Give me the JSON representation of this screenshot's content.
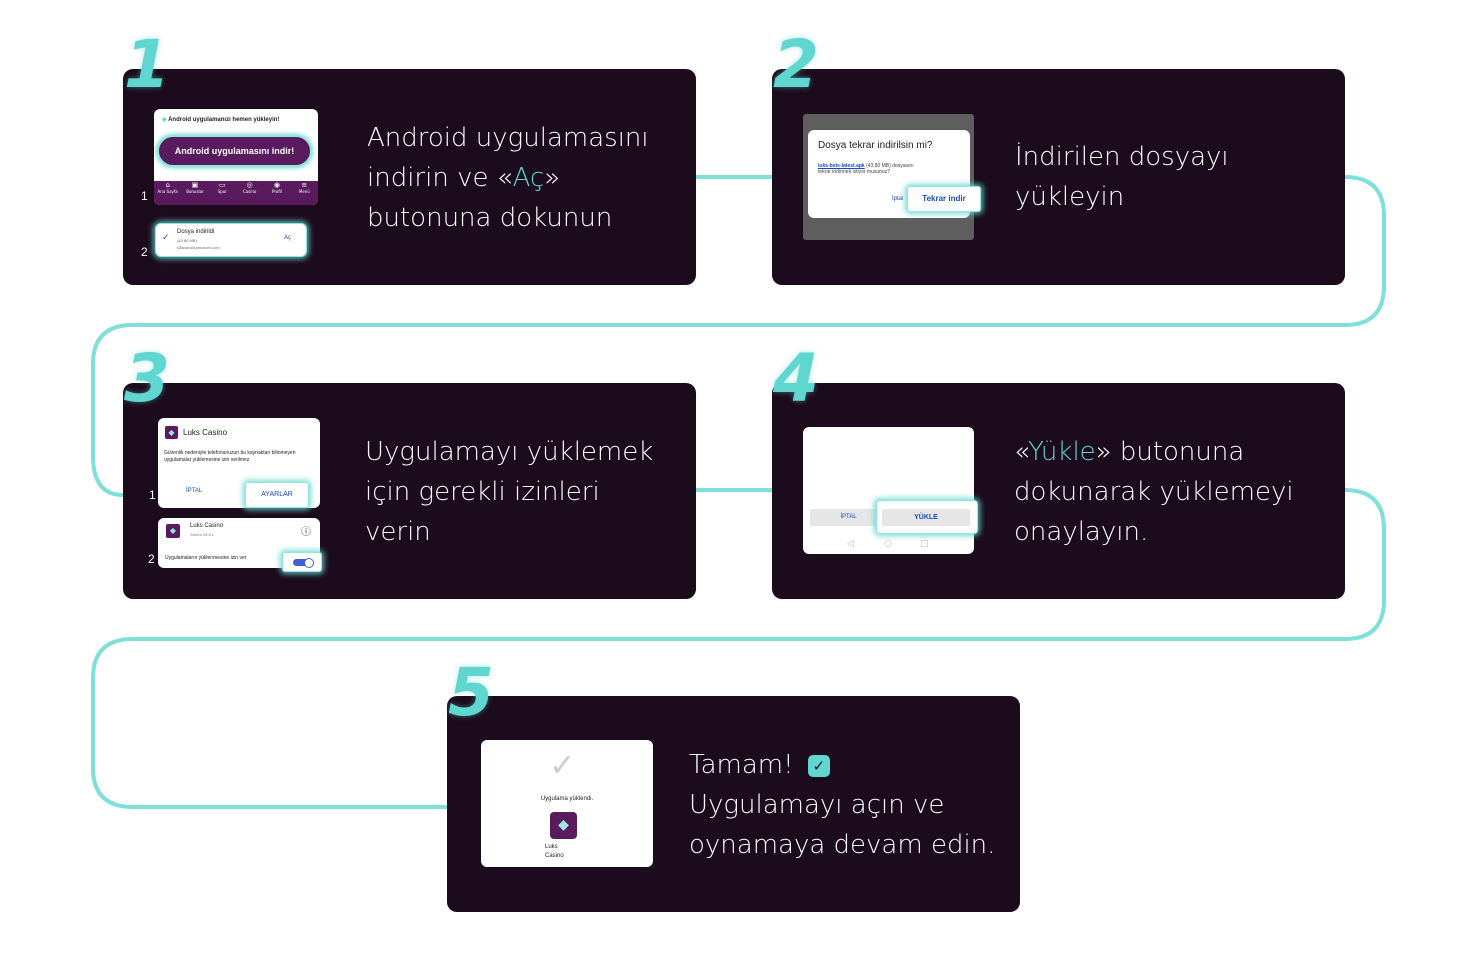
{
  "colors": {
    "accent": "#5fd6cf",
    "card_bg": "#1c0b1c",
    "brand_purple": "#5a1a5e"
  },
  "steps": [
    {
      "number": "1",
      "desc_lines": [
        "Android uygulamasını",
        "indirin ve «",
        "Aç",
        "»",
        "butonuna dokunun"
      ],
      "mock": {
        "banner_text": "Android uygulamanızı hemen yükleyin!",
        "download_button": "Android uygulamasını indir!",
        "nav": [
          "Ana Sayfa",
          "Bonuslar",
          "Spor",
          "Casino",
          "Profil",
          "Menü"
        ],
        "index1": "1",
        "index2": "2",
        "download_title": "Dosya indirildi",
        "download_size": "(43,80 MB)",
        "download_host": "s3android.pmdcom.com",
        "open_label": "Aç"
      }
    },
    {
      "number": "2",
      "desc_lines": [
        "İndirilen dosyayı",
        "yükleyin"
      ],
      "mock": {
        "dialog_title": "Dosya tekrar indirilsin mi?",
        "file_link": "luks-bets-latest.apk",
        "dialog_body_1": " (43,80 MB) dosyasını",
        "dialog_body_2": "tekrar indirmek istiyor musunuz?",
        "cancel": "İptal",
        "redownload": "Tekrar indir"
      }
    },
    {
      "number": "3",
      "desc_lines": [
        "Uygulamayı yüklemek",
        "için gerekli izinleri",
        "verin"
      ],
      "mock": {
        "app_name": "Luks Casino",
        "warning": "Güvenlik nedeniyle telefonunuzun bu kaynaktan bilinmeyen uygulamalar yüklemesine izin verilmez.",
        "cancel": "İPTAL",
        "settings": "AYARLAR",
        "version": "Sürüm 24.9.1",
        "allow_label": "Uygulamaların yüklenmesine izin ver",
        "index1": "1",
        "index2": "2"
      }
    },
    {
      "number": "4",
      "desc_lines": [
        "«",
        "Yükle",
        "» butonuna",
        "dokunarak yüklemeyi",
        "onaylayın."
      ],
      "mock": {
        "cancel": "İPTAL",
        "install": "YÜKLE"
      }
    },
    {
      "number": "5",
      "desc_lines": [
        "Tamam!",
        "Uygulamayı açın ve",
        "oynamaya devam edin."
      ],
      "mock": {
        "installed_text": "Uygulama yüklendi.",
        "app_label_1": "Luks",
        "app_label_2": "Casino"
      }
    }
  ]
}
